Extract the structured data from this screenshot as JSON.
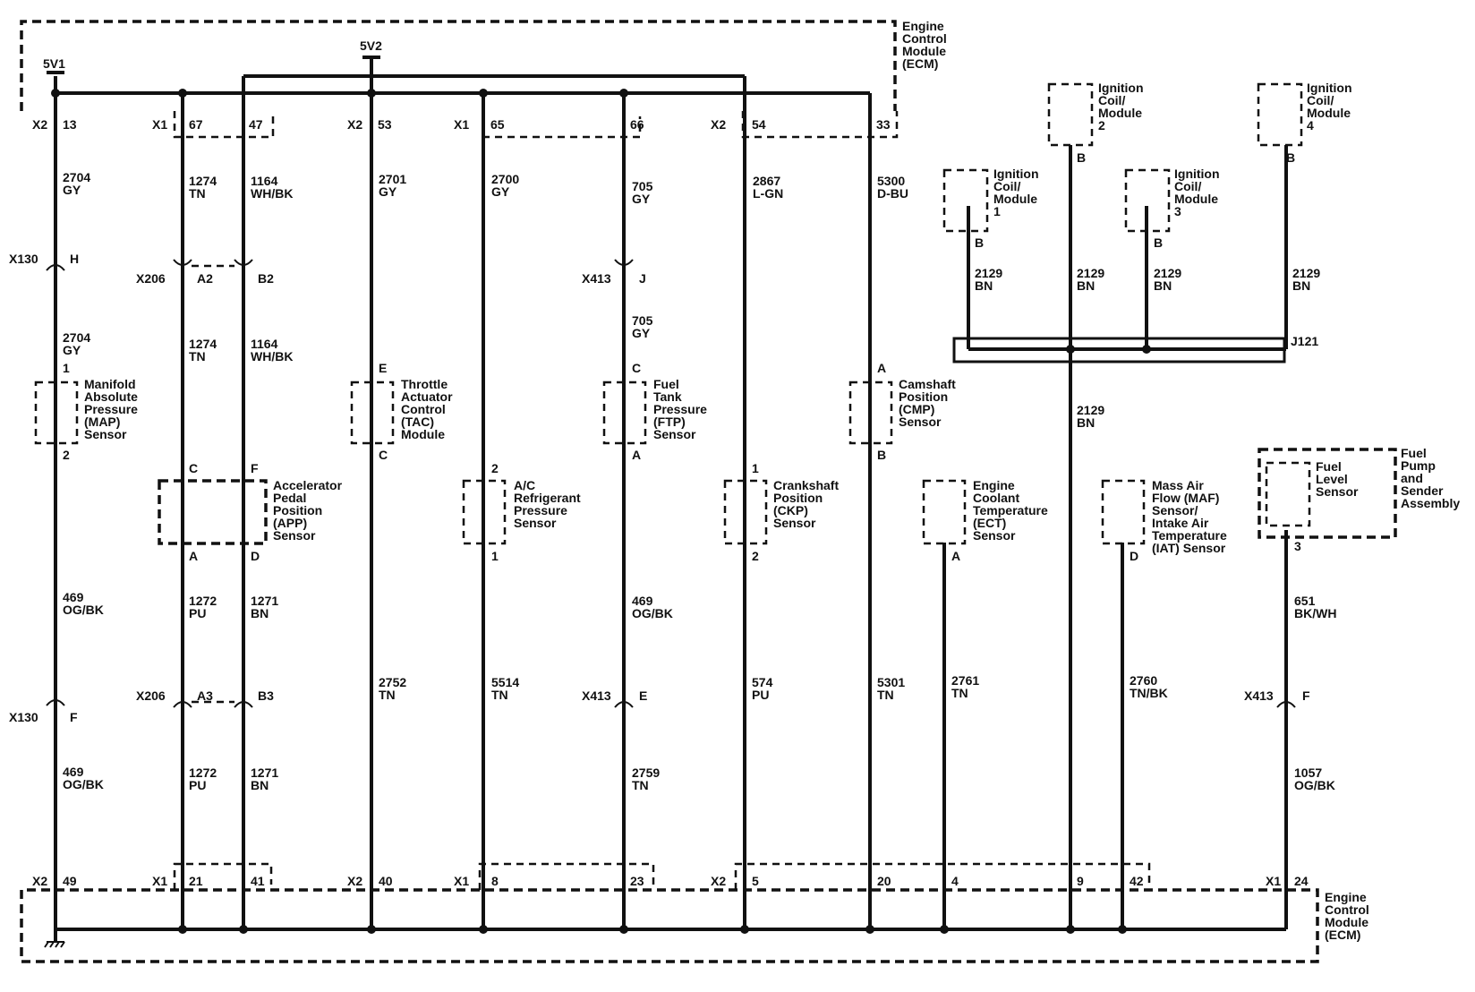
{
  "ecm_top_label": [
    "Engine",
    "Control",
    "Module",
    "(ECM)"
  ],
  "ecm_bottom_label": [
    "Engine",
    "Control",
    "Module",
    "(ECM)"
  ],
  "supplies": {
    "v1": "5V1",
    "v2": "5V2"
  },
  "top_connectors": {
    "x2a": "X2",
    "x1a": "X1",
    "x2b": "X2",
    "x1b": "X1",
    "x2c": "X2",
    "pins": [
      "13",
      "67",
      "47",
      "53",
      "65",
      "66",
      "54",
      "33"
    ]
  },
  "bottom_connectors": {
    "x2a": "X2",
    "x1a": "X1",
    "x2b": "X2",
    "x1b": "X1",
    "x2c": "X2",
    "x1c": "X1",
    "pins": [
      "49",
      "21",
      "41",
      "40",
      "8",
      "23",
      "5",
      "20",
      "4",
      "9",
      "42",
      "24"
    ]
  },
  "wires": {
    "w13": [
      "2704",
      "GY"
    ],
    "w13b": [
      "2704",
      "GY"
    ],
    "w67": [
      "1274",
      "TN"
    ],
    "w67b": [
      "1274",
      "TN"
    ],
    "w47": [
      "1164",
      "WH/BK"
    ],
    "w47b": [
      "1164",
      "WH/BK"
    ],
    "w53": [
      "2701",
      "GY"
    ],
    "w65": [
      "2700",
      "GY"
    ],
    "w66": [
      "705",
      "GY"
    ],
    "w66b": [
      "705",
      "GY"
    ],
    "w54": [
      "2867",
      "L-GN"
    ],
    "w33": [
      "5300",
      "D-BU"
    ],
    "wMAP": [
      "469",
      "OG/BK"
    ],
    "wMAPb": [
      "469",
      "OG/BK"
    ],
    "wA": [
      "1272",
      "PU"
    ],
    "wAb": [
      "1272",
      "PU"
    ],
    "wD": [
      "1271",
      "BN"
    ],
    "wDb": [
      "1271",
      "BN"
    ],
    "wTAC": [
      "2752",
      "TN"
    ],
    "wAC": [
      "5514",
      "TN"
    ],
    "wFTP": [
      "469",
      "OG/BK"
    ],
    "wFTPb": [
      "2759",
      "TN"
    ],
    "wCKP": [
      "574",
      "PU"
    ],
    "wCMP": [
      "5301",
      "TN"
    ],
    "wECT": [
      "2761",
      "TN"
    ],
    "wMAF": [
      "2760",
      "TN/BK"
    ],
    "wFuel": [
      "651",
      "BK/WH"
    ],
    "wFuelb": [
      "1057",
      "OG/BK"
    ],
    "wIg1": [
      "2129",
      "BN"
    ],
    "wIg2": [
      "2129",
      "BN"
    ],
    "wIg3": [
      "2129",
      "BN"
    ],
    "wIg4": [
      "2129",
      "BN"
    ],
    "wSplice": [
      "2129",
      "BN"
    ]
  },
  "inline": {
    "x130a": "X130",
    "x130a_pin": "H",
    "x130b": "X130",
    "x130b_pin": "F",
    "x206a": "X206",
    "x206a_p1": "A2",
    "x206a_p2": "B2",
    "x206b": "X206",
    "x206b_p1": "A3",
    "x206b_p2": "B3",
    "x413a": "X413",
    "x413a_pin": "J",
    "x413b": "X413",
    "x413b_pin": "E",
    "x413c": "X413",
    "x413c_pin": "F"
  },
  "splice": "J121",
  "components": {
    "map": {
      "label": [
        "Manifold",
        "Absolute",
        "Pressure",
        "(MAP)",
        "Sensor"
      ],
      "top": "1",
      "bottom": "2"
    },
    "app": {
      "label": [
        "Accelerator",
        "Pedal",
        "Position",
        "(APP)",
        "Sensor"
      ],
      "tl": "C",
      "tr": "F",
      "bl": "A",
      "br": "D"
    },
    "tac": {
      "label": [
        "Throttle",
        "Actuator",
        "Control",
        "(TAC)",
        "Module"
      ],
      "top": "E",
      "bottom": "C"
    },
    "ac": {
      "label": [
        "A/C",
        "Refrigerant",
        "Pressure",
        "Sensor"
      ],
      "top": "2",
      "bottom": "1"
    },
    "ftp": {
      "label": [
        "Fuel",
        "Tank",
        "Pressure",
        "(FTP)",
        "Sensor"
      ],
      "top": "C",
      "bottom": "A"
    },
    "ckp": {
      "label": [
        "Crankshaft",
        "Position",
        "(CKP)",
        "Sensor"
      ],
      "top": "1",
      "bottom": "2"
    },
    "cmp": {
      "label": [
        "Camshaft",
        "Position",
        "(CMP)",
        "Sensor"
      ],
      "top": "A",
      "bottom": "B"
    },
    "ect": {
      "label": [
        "Engine",
        "Coolant",
        "Temperature",
        "(ECT)",
        "Sensor"
      ],
      "pin": "A"
    },
    "maf": {
      "label": [
        "Mass Air",
        "Flow (MAF)",
        "Sensor/",
        "Intake Air",
        "Temperature",
        "(IAT) Sensor"
      ],
      "pin": "D"
    },
    "fuel_level": {
      "label": [
        "Fuel",
        "Level",
        "Sensor"
      ],
      "pin": "3"
    },
    "fuel_pump": {
      "label": [
        "Fuel",
        "Pump",
        "and",
        "Sender",
        "Assembly"
      ]
    },
    "ig1": {
      "label": [
        "Ignition",
        "Coil/",
        "Module",
        "1"
      ],
      "pin": "B"
    },
    "ig2": {
      "label": [
        "Ignition",
        "Coil/",
        "Module",
        "2"
      ],
      "pin": "B"
    },
    "ig3": {
      "label": [
        "Ignition",
        "Coil/",
        "Module",
        "3"
      ],
      "pin": "B"
    },
    "ig4": {
      "label": [
        "Ignition",
        "Coil/",
        "Module",
        "4"
      ],
      "pin": "B"
    }
  }
}
